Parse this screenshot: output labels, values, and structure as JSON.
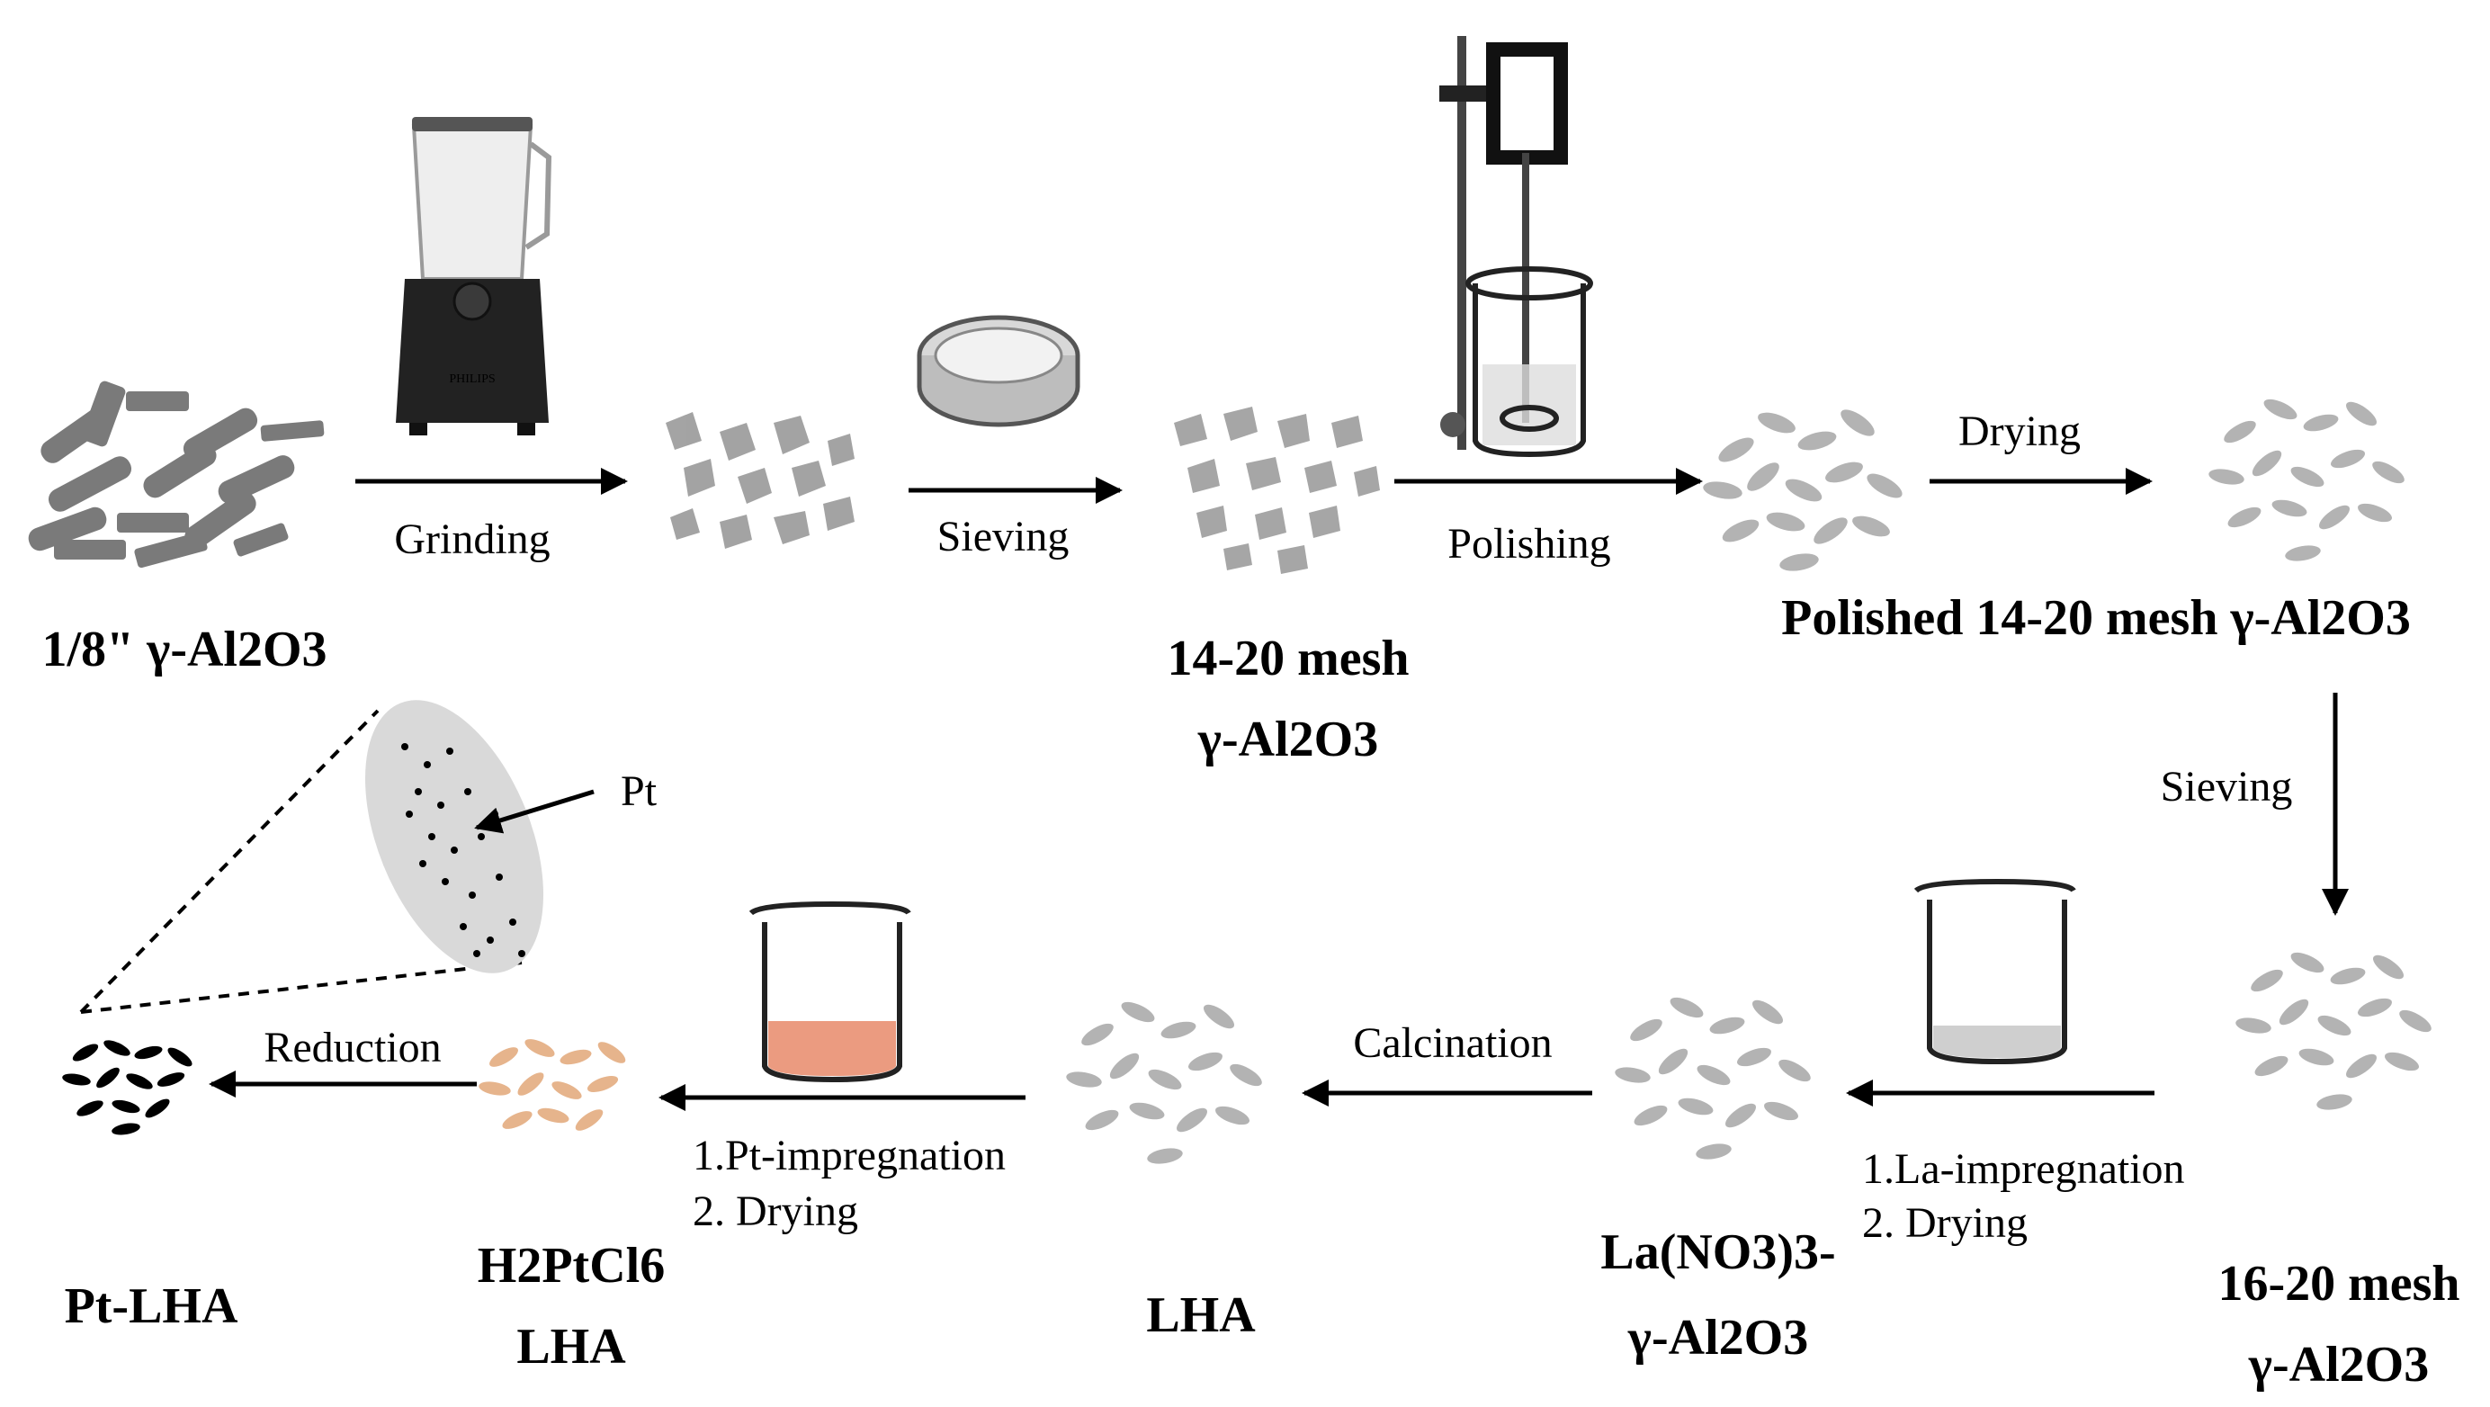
{
  "materials": {
    "pellets": "1/8\" γ-Al2O3",
    "mesh_14_20_line1": "14-20 mesh",
    "mesh_14_20_line2": "γ-Al2O3",
    "polished": "Polished 14-20 mesh γ-Al2O3",
    "mesh_16_20_line1": "16-20 mesh",
    "mesh_16_20_line2": "γ-Al2O3",
    "la_line1": "La(NO3)3-",
    "la_line2": "γ-Al2O3",
    "lha": "LHA",
    "h2ptcl6_line1": "H2PtCl6",
    "h2ptcl6_line2": "LHA",
    "pt_lha": "Pt-LHA"
  },
  "steps": {
    "grinding": "Grinding",
    "sieving_1": "Sieving",
    "polishing": "Polishing",
    "drying": "Drying",
    "sieving_2": "Sieving",
    "la_step_1": "1.La-impregnation",
    "la_step_2": "2. Drying",
    "calcination": "Calcination",
    "pt_step_1": "1.Pt-impregnation",
    "pt_step_2": "2. Drying",
    "reduction": "Reduction"
  },
  "callout": {
    "pt": "Pt"
  },
  "equipment": {
    "blender_brand": "PHILIPS"
  },
  "colors": {
    "ink": "#000000",
    "particle_gray": "#b3b3b3",
    "pellet_gray": "#7a7a7a",
    "pt_particle": "#e6b48c",
    "pt_solution": "#e88a6a",
    "zoom_fill": "#d9d9d9"
  }
}
